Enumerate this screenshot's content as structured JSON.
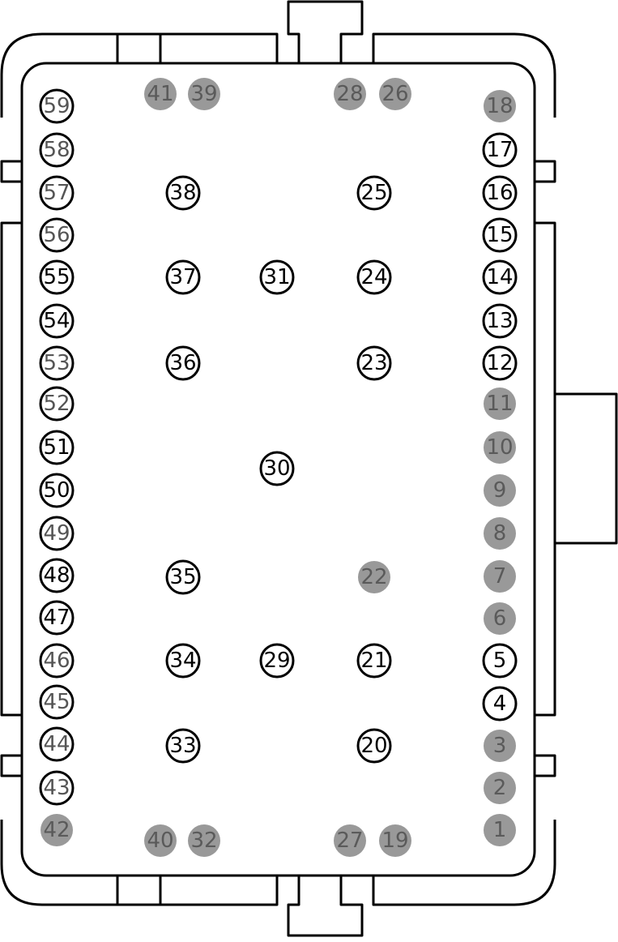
{
  "connector": {
    "colors": {
      "outline": "#000000",
      "background": "#ffffff",
      "pin_filled": "#999999",
      "label_on_filled": "#5a5a5a",
      "label_on_open_dark": "#000000",
      "label_on_open_gray": "#555555"
    },
    "legend_styles": {
      "open": "circle outline, white fill",
      "filled": "solid gray fill, no outline"
    },
    "pins": [
      {
        "id": "1",
        "label": "1",
        "style": "filled"
      },
      {
        "id": "2",
        "label": "2",
        "style": "filled"
      },
      {
        "id": "3",
        "label": "3",
        "style": "filled"
      },
      {
        "id": "4",
        "label": "4",
        "style": "open"
      },
      {
        "id": "5",
        "label": "5",
        "style": "open"
      },
      {
        "id": "6",
        "label": "6",
        "style": "filled"
      },
      {
        "id": "7",
        "label": "7",
        "style": "filled"
      },
      {
        "id": "8",
        "label": "8",
        "style": "filled"
      },
      {
        "id": "9",
        "label": "9",
        "style": "filled"
      },
      {
        "id": "10",
        "label": "10",
        "style": "filled"
      },
      {
        "id": "11",
        "label": "11",
        "style": "filled"
      },
      {
        "id": "12",
        "label": "12",
        "style": "open"
      },
      {
        "id": "13",
        "label": "13",
        "style": "open"
      },
      {
        "id": "14",
        "label": "14",
        "style": "open"
      },
      {
        "id": "15",
        "label": "15",
        "style": "open"
      },
      {
        "id": "16",
        "label": "16",
        "style": "open"
      },
      {
        "id": "17",
        "label": "17",
        "style": "open"
      },
      {
        "id": "18",
        "label": "18",
        "style": "filled"
      },
      {
        "id": "19",
        "label": "19",
        "style": "filled"
      },
      {
        "id": "20",
        "label": "20",
        "style": "open"
      },
      {
        "id": "21",
        "label": "21",
        "style": "open"
      },
      {
        "id": "22",
        "label": "22",
        "style": "filled"
      },
      {
        "id": "23",
        "label": "23",
        "style": "open"
      },
      {
        "id": "24",
        "label": "24",
        "style": "open"
      },
      {
        "id": "25",
        "label": "25",
        "style": "open"
      },
      {
        "id": "26",
        "label": "26",
        "style": "filled"
      },
      {
        "id": "27",
        "label": "27",
        "style": "filled"
      },
      {
        "id": "28",
        "label": "28",
        "style": "filled"
      },
      {
        "id": "29",
        "label": "29",
        "style": "open"
      },
      {
        "id": "30",
        "label": "30",
        "style": "open"
      },
      {
        "id": "31",
        "label": "31",
        "style": "open"
      },
      {
        "id": "32",
        "label": "32",
        "style": "filled"
      },
      {
        "id": "33",
        "label": "33",
        "style": "open"
      },
      {
        "id": "34",
        "label": "34",
        "style": "open"
      },
      {
        "id": "35",
        "label": "35",
        "style": "open"
      },
      {
        "id": "36",
        "label": "36",
        "style": "open"
      },
      {
        "id": "37",
        "label": "37",
        "style": "open"
      },
      {
        "id": "38",
        "label": "38",
        "style": "open"
      },
      {
        "id": "39",
        "label": "39",
        "style": "filled"
      },
      {
        "id": "40",
        "label": "40",
        "style": "filled"
      },
      {
        "id": "41",
        "label": "41",
        "style": "filled"
      },
      {
        "id": "42",
        "label": "42",
        "style": "filled"
      },
      {
        "id": "43",
        "label": "43",
        "style": "open-gray"
      },
      {
        "id": "44",
        "label": "44",
        "style": "open-gray"
      },
      {
        "id": "45",
        "label": "45",
        "style": "open-gray"
      },
      {
        "id": "46",
        "label": "46",
        "style": "open-gray"
      },
      {
        "id": "47",
        "label": "47",
        "style": "open"
      },
      {
        "id": "48",
        "label": "48",
        "style": "open"
      },
      {
        "id": "49",
        "label": "49",
        "style": "open-gray"
      },
      {
        "id": "50",
        "label": "50",
        "style": "open"
      },
      {
        "id": "51",
        "label": "51",
        "style": "open"
      },
      {
        "id": "52",
        "label": "52",
        "style": "open-gray"
      },
      {
        "id": "53",
        "label": "53",
        "style": "open-gray"
      },
      {
        "id": "54",
        "label": "54",
        "style": "open"
      },
      {
        "id": "55",
        "label": "55",
        "style": "open"
      },
      {
        "id": "56",
        "label": "56",
        "style": "open-gray"
      },
      {
        "id": "57",
        "label": "57",
        "style": "open-gray"
      },
      {
        "id": "58",
        "label": "58",
        "style": "open-gray"
      },
      {
        "id": "59",
        "label": "59",
        "style": "open-gray"
      }
    ]
  }
}
